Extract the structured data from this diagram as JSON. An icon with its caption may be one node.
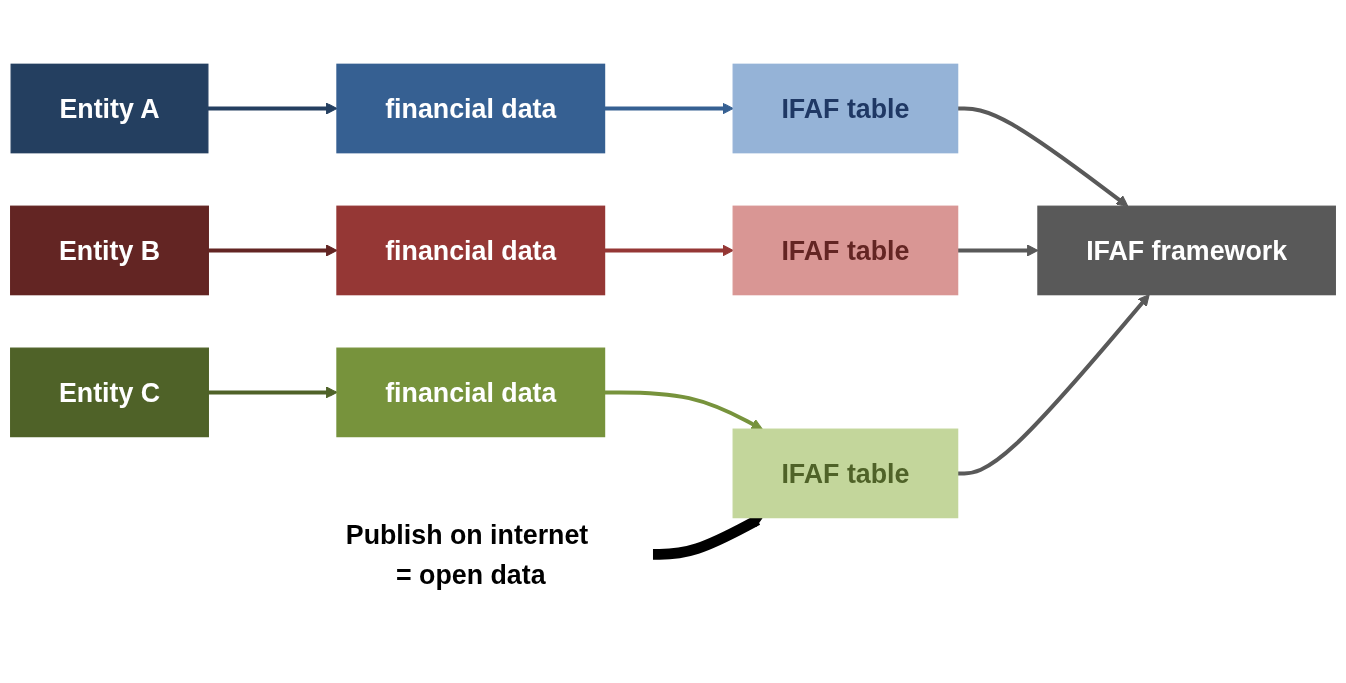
{
  "diagram": {
    "nodes": [
      {
        "text": [
          "Entity A"
        ]
      },
      {
        "text": [
          "financial data"
        ]
      },
      {
        "text": [
          "IFAF table"
        ]
      },
      {
        "text": [
          "Entity B"
        ]
      },
      {
        "text": [
          "financial data"
        ]
      },
      {
        "text": [
          "IFAF table"
        ]
      },
      {
        "text": [
          "IFAF framework"
        ]
      },
      {
        "text": [
          "Entity C"
        ]
      },
      {
        "text": [
          "financial data"
        ]
      },
      {
        "text": [
          "IFAF table"
        ]
      },
      {
        "text": [
          "Publish on internet = open data"
        ]
      }
    ],
    "edges": [
      {
        "from": 0,
        "to": 1,
        "arrow": "to",
        "color": "#243f60"
      },
      {
        "from": 1,
        "to": 2,
        "arrow": "to",
        "color": "#366092"
      },
      {
        "from": 2,
        "to": 6,
        "arrow": "to",
        "color": "#595959"
      },
      {
        "from": 3,
        "to": 4,
        "arrow": "to",
        "color": "#632523"
      },
      {
        "from": 4,
        "to": 5,
        "arrow": "to",
        "color": "#953735"
      },
      {
        "from": 5,
        "to": 6,
        "arrow": "to",
        "color": "#595959"
      },
      {
        "from": 7,
        "to": 8,
        "arrow": "to",
        "color": "#4f6228"
      },
      {
        "from": 8,
        "to": 9,
        "arrow": "to",
        "color": "#77933c"
      },
      {
        "from": 9,
        "to": 6,
        "arrow": "to",
        "color": "#595959"
      },
      {
        "from": 10,
        "to": 9,
        "arrow": "to",
        "style": "thick",
        "color": "#000000"
      }
    ]
  }
}
